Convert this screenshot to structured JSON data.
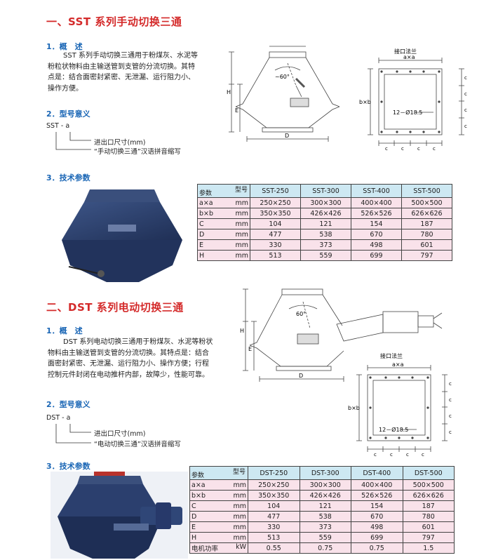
{
  "sst": {
    "title": "一、SST 系列手动切换三通",
    "overview_heading": "1．概　述",
    "overview_lines": [
      "SST 系列手动切换三通用于粉煤灰、水泥等",
      "粉粒状物料由主输送管到支管的分流切换。其特",
      "点是：结合面密封紧密、无泄漏、运行阻力小、",
      "操作方便。"
    ],
    "model_heading": "2．型号意义",
    "model_code": "SST - a",
    "model_note1": "进出口尺寸(mm)",
    "model_note2": "“手动切换三通”汉语拼音缩写",
    "spec_heading": "3．技术参数",
    "diagram": {
      "h": "H",
      "e": "E",
      "angle": "~60°",
      "d": "D",
      "flange_title": "接口法兰",
      "axa": "a×a",
      "bxb": "b×b",
      "c": "c",
      "hole": "12－Ø18.5"
    },
    "table": {
      "header_model": "型号",
      "header_param": "参数",
      "models": [
        "SST-250",
        "SST-300",
        "SST-400",
        "SST-500"
      ],
      "rows": [
        {
          "param": "a×a",
          "unit": "mm",
          "values": [
            "250×250",
            "300×300",
            "400×400",
            "500×500"
          ]
        },
        {
          "param": "b×b",
          "unit": "mm",
          "values": [
            "350×350",
            "426×426",
            "526×526",
            "626×626"
          ]
        },
        {
          "param": "C",
          "unit": "mm",
          "values": [
            "104",
            "121",
            "154",
            "187"
          ]
        },
        {
          "param": "D",
          "unit": "mm",
          "values": [
            "477",
            "538",
            "670",
            "780"
          ]
        },
        {
          "param": "E",
          "unit": "mm",
          "values": [
            "330",
            "373",
            "498",
            "601"
          ]
        },
        {
          "param": "H",
          "unit": "mm",
          "values": [
            "513",
            "559",
            "699",
            "797"
          ]
        }
      ]
    }
  },
  "dst": {
    "title": "二、DST 系列电动切换三通",
    "overview_heading": "1．概　述",
    "overview_lines": [
      "DST 系列电动切换三通用于粉煤灰、水泥等粉状",
      "物料由主输送管到支管的分流切换。其特点是：结合",
      "面密封紧密、无泄漏、运行阻力小、操作方便；行程",
      "控制元件封闭在电动推杆内部，故障少，性能可靠。"
    ],
    "model_heading": "2．型号意义",
    "model_code": "DST - a",
    "model_note1": "进出口尺寸(mm)",
    "model_note2": "“电动切换三通”汉语拼音缩写",
    "spec_heading": "3．技术参数",
    "diagram": {
      "h": "H",
      "e": "E",
      "angle": "60°",
      "d": "D",
      "flange_title": "接口法兰",
      "axa": "a×a",
      "bxb": "b×b",
      "c": "c",
      "hole": "12－Ø18.5"
    },
    "table": {
      "header_model": "型号",
      "header_param": "参数",
      "models": [
        "DST-250",
        "DST-300",
        "DST-400",
        "DST-500"
      ],
      "rows": [
        {
          "param": "a×a",
          "unit": "mm",
          "values": [
            "250×250",
            "300×300",
            "400×400",
            "500×500"
          ]
        },
        {
          "param": "b×b",
          "unit": "mm",
          "values": [
            "350×350",
            "426×426",
            "526×526",
            "626×626"
          ]
        },
        {
          "param": "C",
          "unit": "mm",
          "values": [
            "104",
            "121",
            "154",
            "187"
          ]
        },
        {
          "param": "D",
          "unit": "mm",
          "values": [
            "477",
            "538",
            "670",
            "780"
          ]
        },
        {
          "param": "E",
          "unit": "mm",
          "values": [
            "330",
            "373",
            "498",
            "601"
          ]
        },
        {
          "param": "H",
          "unit": "mm",
          "values": [
            "513",
            "559",
            "699",
            "797"
          ]
        },
        {
          "param": "电机功率",
          "unit": "kW",
          "values": [
            "0.55",
            "0.75",
            "0.75",
            "1.5"
          ]
        }
      ]
    }
  },
  "colors": {
    "title_red": "#d42a2a",
    "heading_blue": "#1a66b5",
    "table_header": "#cde8f2",
    "table_pink": "#f9e2ea",
    "machine_blue": "#2b3f6e"
  }
}
